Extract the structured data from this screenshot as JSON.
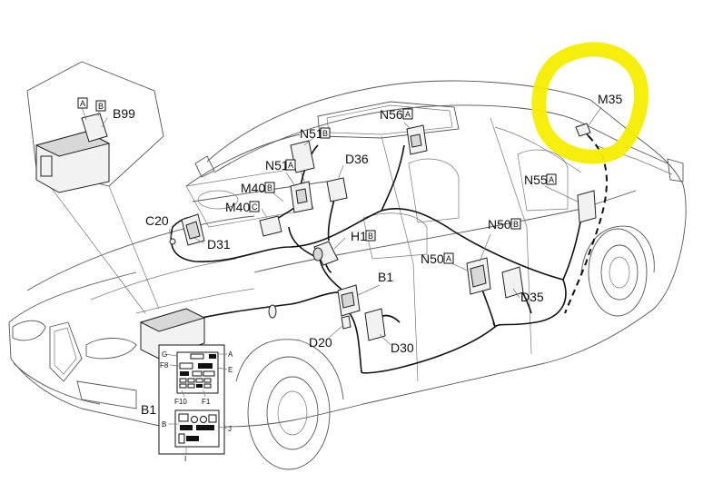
{
  "diagram": {
    "labels": {
      "m35": "M35",
      "n56": "N56",
      "n56_suffix": "A",
      "n51b": "N51",
      "n51b_suffix": "B",
      "n51a": "N51",
      "n51a_suffix": "A",
      "d36": "D36",
      "m40b": "M40",
      "m40b_suffix": "B",
      "m40c": "M40",
      "m40c_suffix": "C",
      "c20": "C20",
      "d31": "D31",
      "h1": "H1",
      "h1_suffix": "B",
      "n55": "N55",
      "n55_suffix": "A",
      "n50b": "N50",
      "n50b_suffix": "B",
      "n50a": "N50",
      "n50a_suffix": "A",
      "b1_upper": "B1",
      "d35": "D35",
      "d20": "D20",
      "d30": "D30",
      "b99": "B99",
      "b99_pin_a": "A",
      "b99_pin_b": "B",
      "b1_lower": "B1"
    },
    "fusebox_top": {
      "g": "G",
      "a": "A",
      "f8": "F8",
      "e": "E",
      "f10": "F10",
      "f1": "F1"
    },
    "fusebox_bottom": {
      "b": "B",
      "j": "J",
      "i": "I"
    },
    "colors": {
      "highlight": "#f5ee00",
      "line": "#111111"
    }
  }
}
